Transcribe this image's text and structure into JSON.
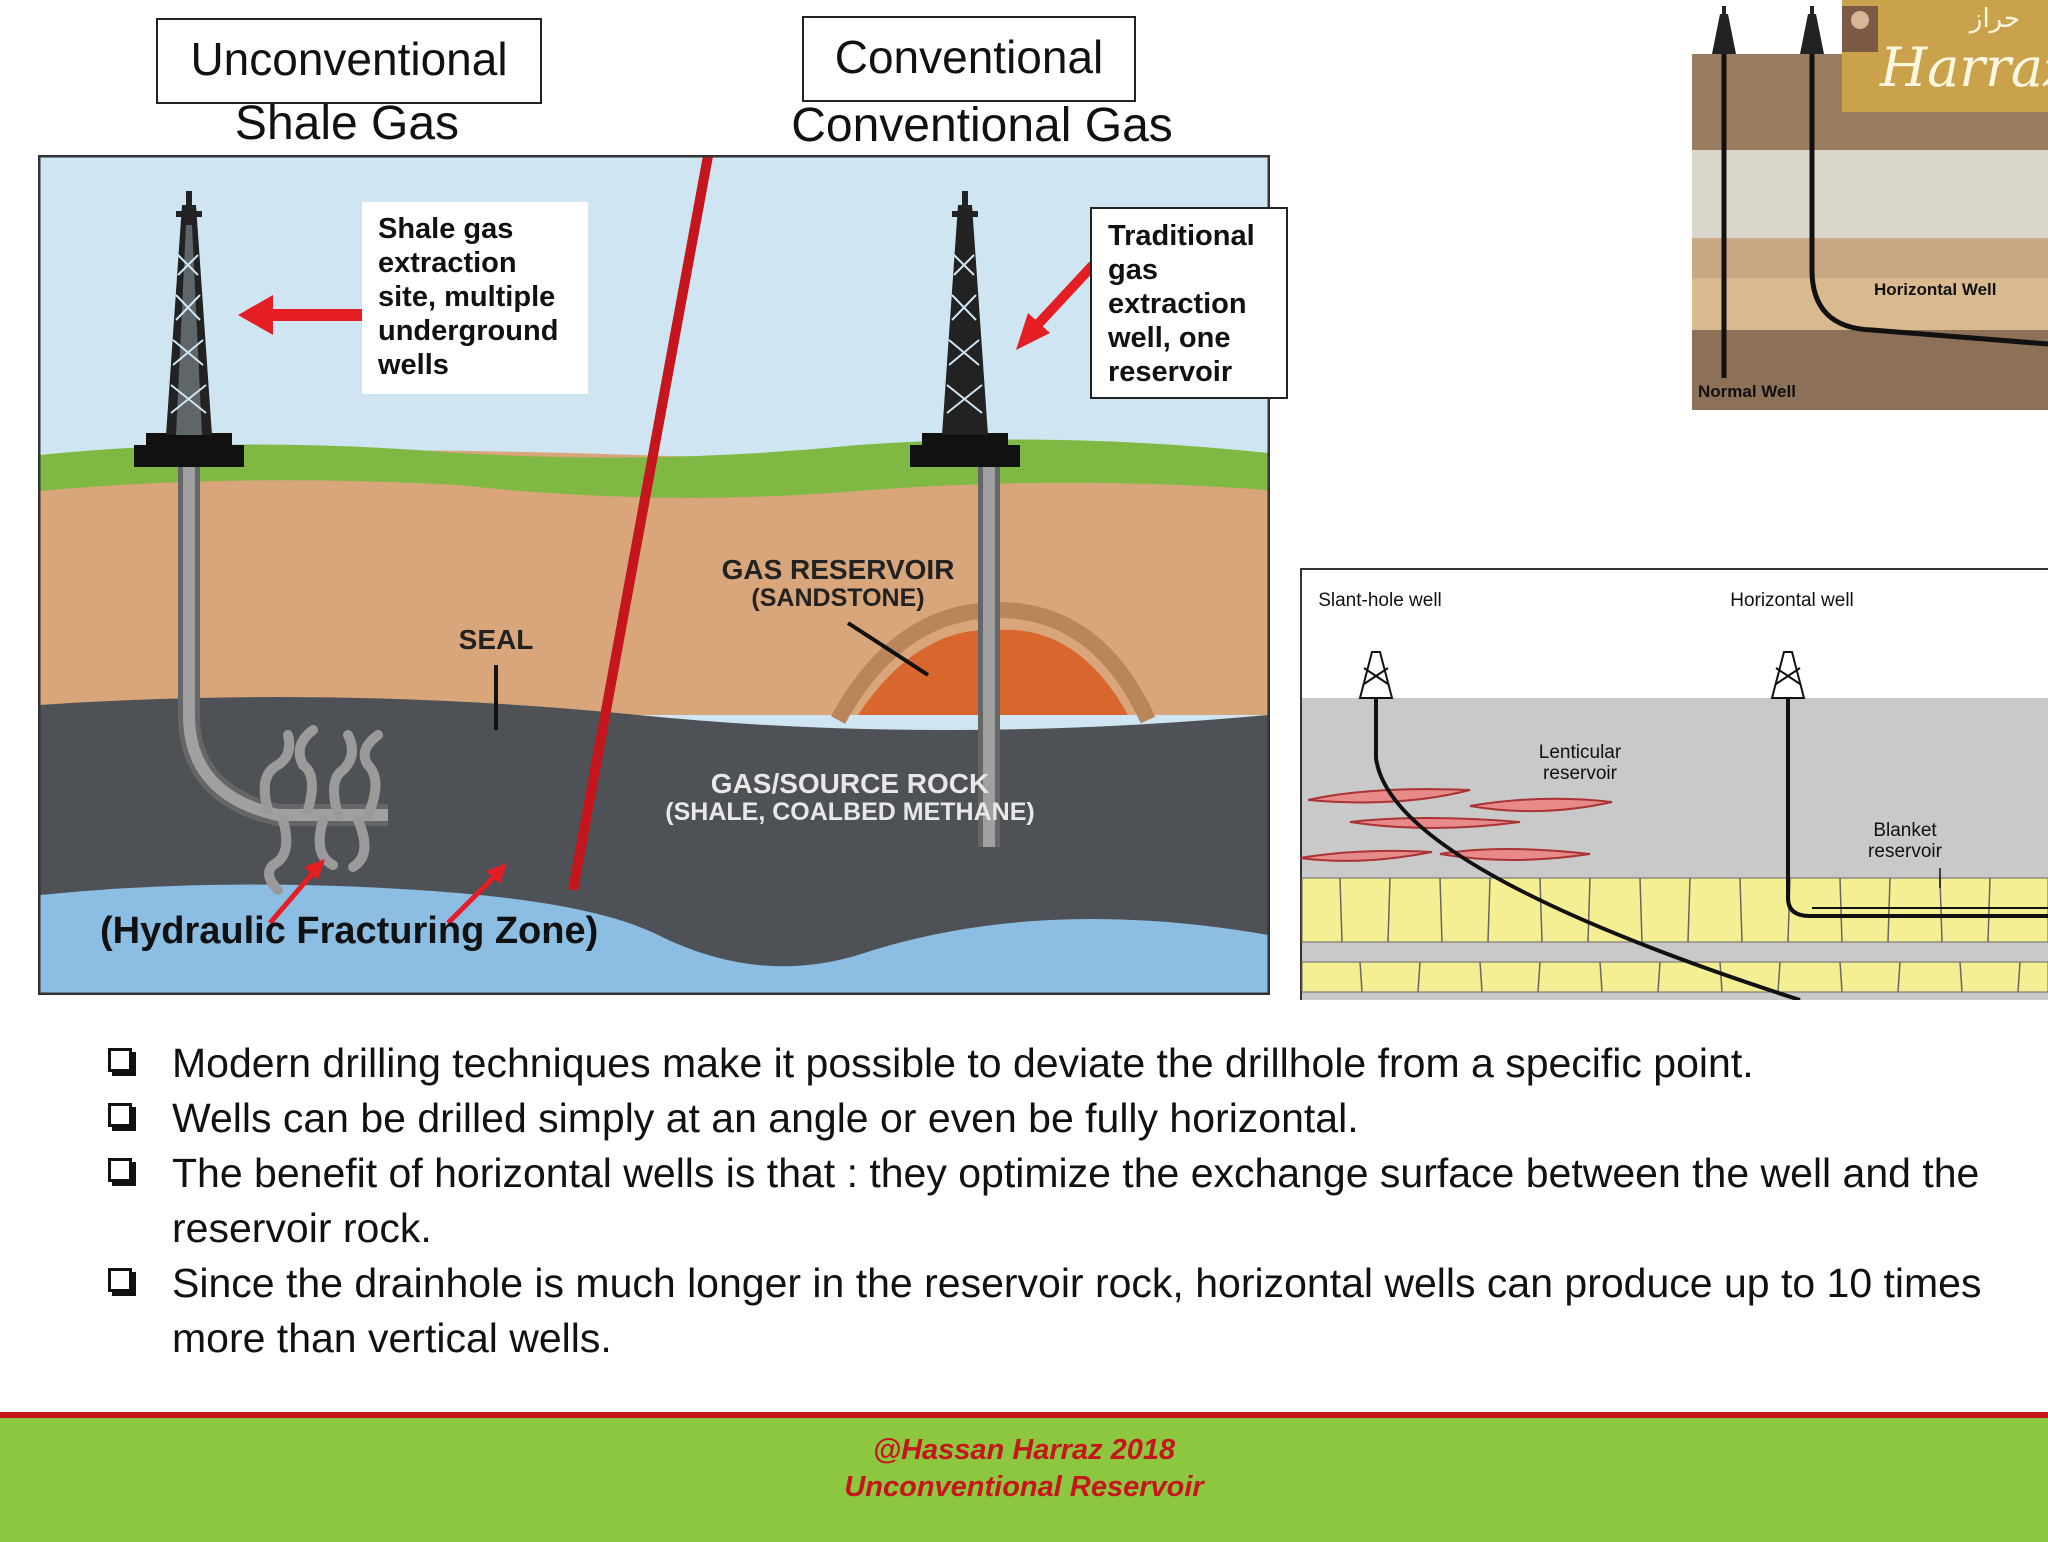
{
  "headers": {
    "left_box": "Unconventional",
    "left_sub": "Shale Gas",
    "right_box": "Conventional",
    "right_sub": "Conventional Gas"
  },
  "main_diagram": {
    "callout_shale": "Shale gas extraction site, multiple underground wells",
    "callout_traditional": "Traditional gas extraction well, one reservoir",
    "label_gas_reservoir": "GAS RESERVOIR",
    "label_sandstone": "(SANDSTONE)",
    "label_seal": "SEAL",
    "label_source_rock": "GAS/SOURCE ROCK",
    "label_source_rock_sub": "(SHALE, COALBED METHANE)",
    "label_frac_zone": "(Hydraulic Fracturing Zone)",
    "colors": {
      "sky": "#cfe6f2",
      "grass": "#7fb943",
      "soil": "#d9a57a",
      "shale": "#4e5257",
      "water": "#8cbde3",
      "reservoir": "#d9662c",
      "divider": "#c4161c"
    }
  },
  "inset_top": {
    "label_horizontal": "Horizontal Well",
    "label_normal": "Normal Well",
    "logo_text": "Harraz",
    "logo_arabic": "حراز"
  },
  "inset_bottom": {
    "label_slant": "Slant-hole well",
    "label_horizontal": "Horizontal well",
    "label_lenticular": "Lenticular reservoir",
    "label_blanket": "Blanket reservoir"
  },
  "bullets": [
    "Modern drilling techniques make it possible to deviate the drillhole from a specific point.",
    "Wells can be drilled simply at an angle or even be fully horizontal.",
    "The benefit of horizontal wells is that : they optimize the exchange surface between the well and the reservoir rock.",
    "Since the drainhole is much longer in the reservoir rock, horizontal wells can produce up to 10 times more than vertical wells."
  ],
  "footer": {
    "line1": "@Hassan Harraz 2018",
    "line2": "Unconventional Reservoir"
  }
}
